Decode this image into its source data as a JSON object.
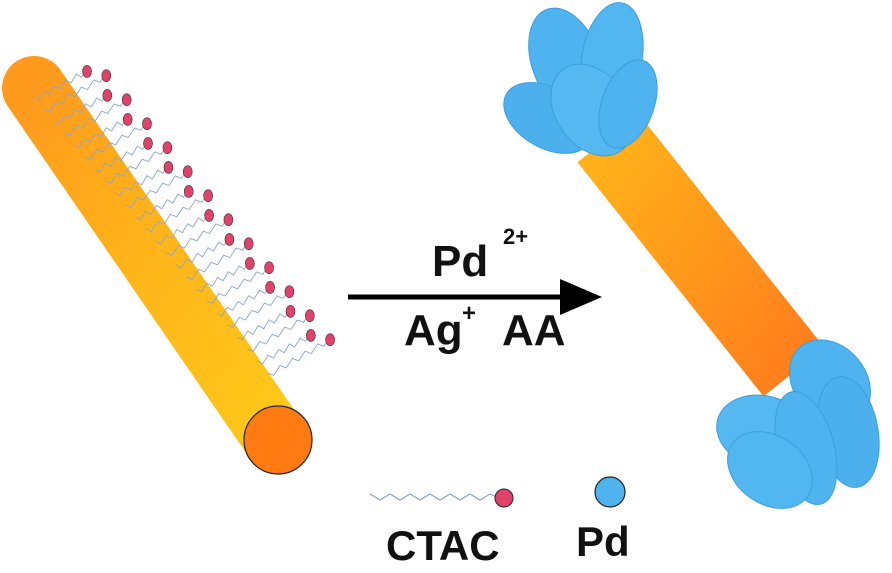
{
  "reaction": {
    "reagent_top": "Pd",
    "reagent_top_charge": "2+",
    "reagent_bottom_ag": "Ag",
    "reagent_bottom_ag_charge": "+",
    "reagent_bottom_aa": "AA"
  },
  "legend": {
    "ctac_label": "CTAC",
    "pd_label": "Pd"
  },
  "colors": {
    "rod_light": "#ffc21a",
    "rod_dark": "#ff8a1f",
    "rod_end": "#ff7a10",
    "ctac_head": "#e2426a",
    "ctac_tail": "#8aa6c8",
    "pd": "#4fb3ef",
    "arrow": "#000000"
  }
}
